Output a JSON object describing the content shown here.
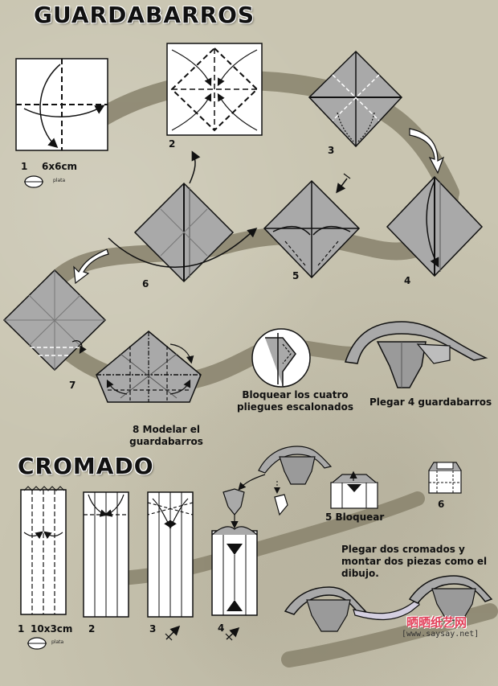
{
  "sections": {
    "guardabarros_title": "GUARDABARROS",
    "cromado_title": "CROMADO"
  },
  "guardabarros_steps": {
    "s1": "1",
    "s1_size": "6x6cm",
    "s1_legend": "plata",
    "s2": "2",
    "s3": "3",
    "s4": "4",
    "s5": "5",
    "s6": "6",
    "s7": "7",
    "s8": "8 Modelar el guardabarros"
  },
  "guardabarros_captions": {
    "lock_text": "Bloquear los cuatro pliegues escalonados",
    "fold_four_text": "Plegar 4 guardabarros"
  },
  "cromado_steps": {
    "s1": "1",
    "s1_size": "10x3cm",
    "s1_legend": "plata",
    "s2": "2",
    "s3": "3",
    "s4": "4",
    "s5": "5 Bloquear",
    "s6": "6"
  },
  "cromado_captions": {
    "assemble_text": "Plegar dos cromados y montar dos piezas como el dibujo."
  },
  "watermark": {
    "chinese": "晒晒纸艺网",
    "url": "[www.saysay.net]"
  },
  "colors": {
    "background": "#c9c5b1",
    "path": "#8a8570",
    "paper_gray": "#a9a9a9",
    "paper_white": "#ffffff",
    "watermark_red": "#e2405a"
  }
}
